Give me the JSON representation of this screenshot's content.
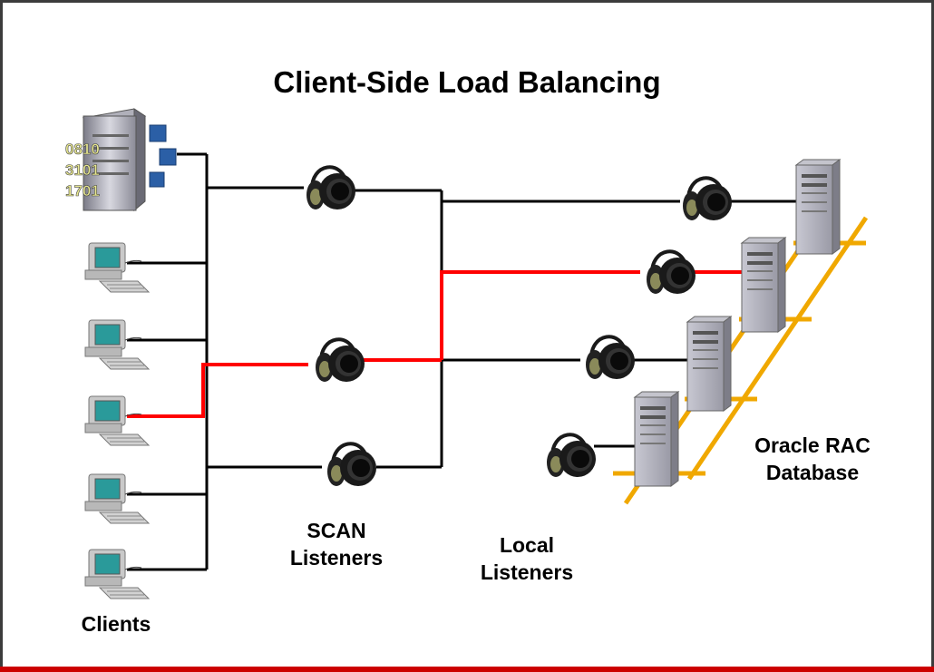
{
  "title": "Client-Side Load Balancing",
  "labels": {
    "clients": "Clients",
    "scan_listeners": "SCAN\nListeners",
    "local_listeners": "Local\nListeners",
    "database": "Oracle RAC\nDatabase"
  },
  "server_digits": [
    "0810",
    "3101",
    "1701"
  ],
  "colors": {
    "frame": "#3c3c3c",
    "line": "#000000",
    "highlight": "#ff0000",
    "bottom_bar": "#cc0000",
    "monitor_screen": "#2a9a9a",
    "db_server": "#a9a9b3",
    "rail": "#f0a800"
  },
  "icons": [
    "server-icon",
    "client-computer-icon",
    "headphones-icon",
    "database-server-icon"
  ]
}
